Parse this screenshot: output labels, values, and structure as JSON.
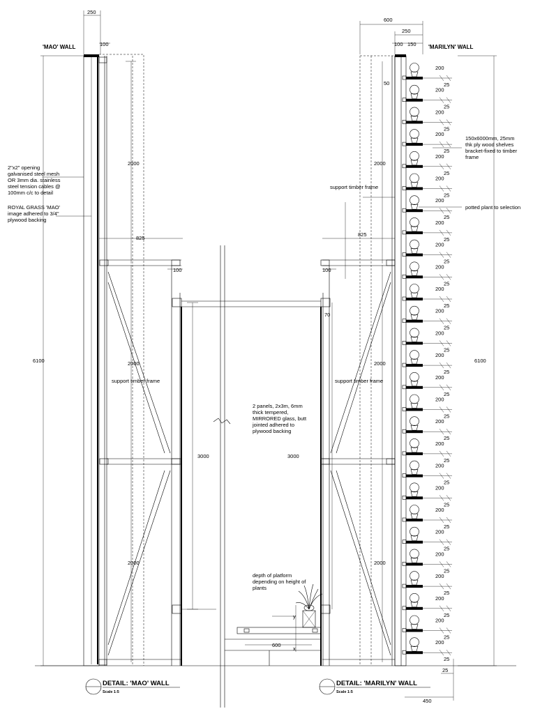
{
  "titles": {
    "mao_wall": "'MAO' WALL",
    "marilyn_wall": "'MARILYN' WALL",
    "detail_mao": "DETAIL: 'MAO' WALL",
    "detail_marilyn": "DETAIL: 'MARILYN' WALL",
    "scale": "Scale 1:5"
  },
  "notes": {
    "mesh": [
      "2\"x2\" opening",
      "galvanised steel mesh",
      "OR 3mm dia. stainless",
      "steel tension cables @",
      "100mm c/c to detail"
    ],
    "royal_grass": [
      "ROYAL GRASS 'MAO'",
      "image adhered to 3/4\"",
      "plywood backing"
    ],
    "support_frame": "support timber frame",
    "mirror": [
      "2 panels, 2x3m, 6mm",
      "thick tempered,",
      "MIRRORED glass, butt",
      "jointed adhered to",
      "plywood backing"
    ],
    "platform": [
      "depth of platform",
      "depending on height of",
      "plants"
    ],
    "shelves": [
      "150x6000mm, 25mm",
      "thk ply wood shelves",
      "bracket-fixed to timber",
      "frame"
    ],
    "potted_plant": "potted plant to selection"
  },
  "dimensions": {
    "d250": "250",
    "d100": "100",
    "d600": "600",
    "d150": "150",
    "d2000": "2000",
    "d825": "825",
    "d3000": "3000",
    "d6100": "6100",
    "d200": "200",
    "d25": "25",
    "d50": "50",
    "d70": "70",
    "d450": "450",
    "y": "y",
    "x": "x"
  },
  "colors": {
    "line": "#000000",
    "background": "#ffffff"
  },
  "icons": [
    "section-circle-icon",
    "potted-plant-icon",
    "break-symbol-icon"
  ]
}
